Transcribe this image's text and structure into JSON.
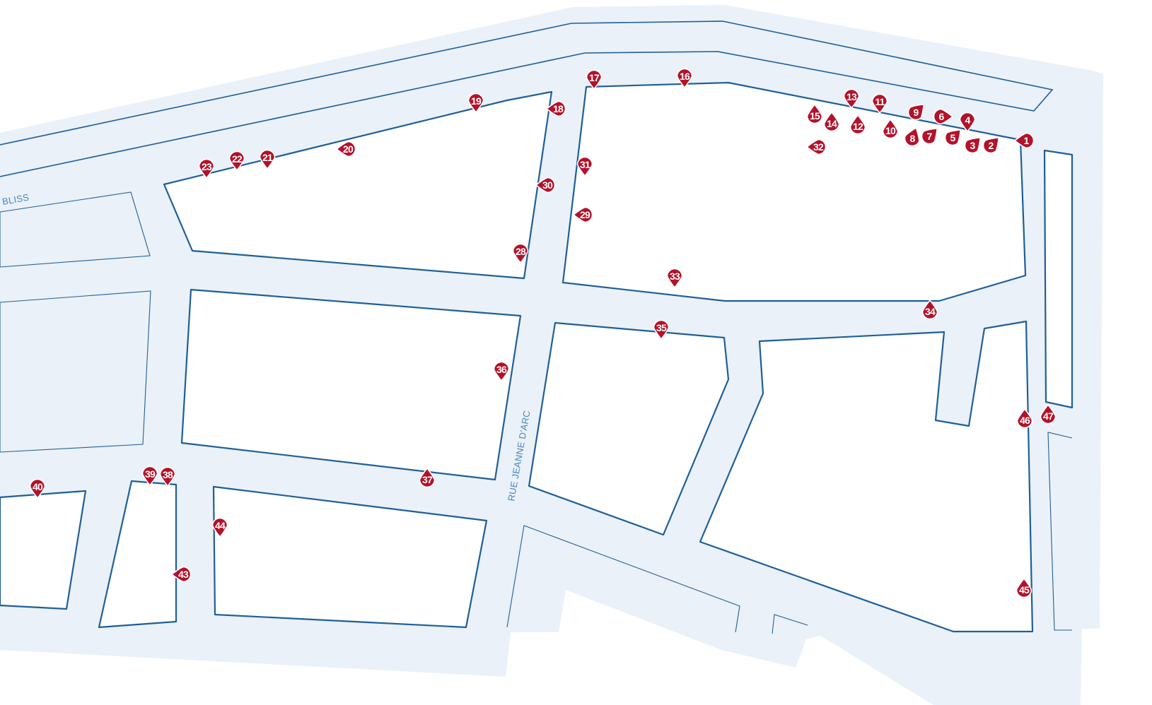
{
  "map": {
    "colors": {
      "street": "#eaf1f8",
      "outline": "#1f5f99",
      "label": "#4a86bf",
      "marker": "#b3122a",
      "marker_text": "#ffffff"
    },
    "street_labels": {
      "bliss": "BLISS",
      "jeanne_darc": "RUE JEANNE D'ARC"
    },
    "markers": [
      {
        "id": "1",
        "label": "1"
      },
      {
        "id": "2",
        "label": "2"
      },
      {
        "id": "3",
        "label": "3"
      },
      {
        "id": "4",
        "label": "4"
      },
      {
        "id": "5",
        "label": "5"
      },
      {
        "id": "6",
        "label": "6"
      },
      {
        "id": "7",
        "label": "7"
      },
      {
        "id": "8",
        "label": "8"
      },
      {
        "id": "9",
        "label": "9"
      },
      {
        "id": "10",
        "label": "10"
      },
      {
        "id": "11",
        "label": "11"
      },
      {
        "id": "12",
        "label": "12"
      },
      {
        "id": "13",
        "label": "13"
      },
      {
        "id": "14",
        "label": "14"
      },
      {
        "id": "15",
        "label": "15"
      },
      {
        "id": "16",
        "label": "16"
      },
      {
        "id": "17",
        "label": "17"
      },
      {
        "id": "18",
        "label": "18"
      },
      {
        "id": "19",
        "label": "19"
      },
      {
        "id": "20",
        "label": "20"
      },
      {
        "id": "21",
        "label": "21"
      },
      {
        "id": "22",
        "label": "22"
      },
      {
        "id": "23",
        "label": "23"
      },
      {
        "id": "28",
        "label": "28"
      },
      {
        "id": "29",
        "label": "29"
      },
      {
        "id": "30",
        "label": "30"
      },
      {
        "id": "31",
        "label": "31"
      },
      {
        "id": "32",
        "label": "32"
      },
      {
        "id": "33",
        "label": "33"
      },
      {
        "id": "34",
        "label": "34"
      },
      {
        "id": "35",
        "label": "35"
      },
      {
        "id": "36",
        "label": "36"
      },
      {
        "id": "37",
        "label": "37"
      },
      {
        "id": "38",
        "label": "38"
      },
      {
        "id": "39",
        "label": "39"
      },
      {
        "id": "40",
        "label": "40"
      },
      {
        "id": "43",
        "label": "43"
      },
      {
        "id": "44",
        "label": "44"
      },
      {
        "id": "45",
        "label": "45"
      },
      {
        "id": "46",
        "label": "46"
      },
      {
        "id": "47",
        "label": "47"
      }
    ]
  }
}
